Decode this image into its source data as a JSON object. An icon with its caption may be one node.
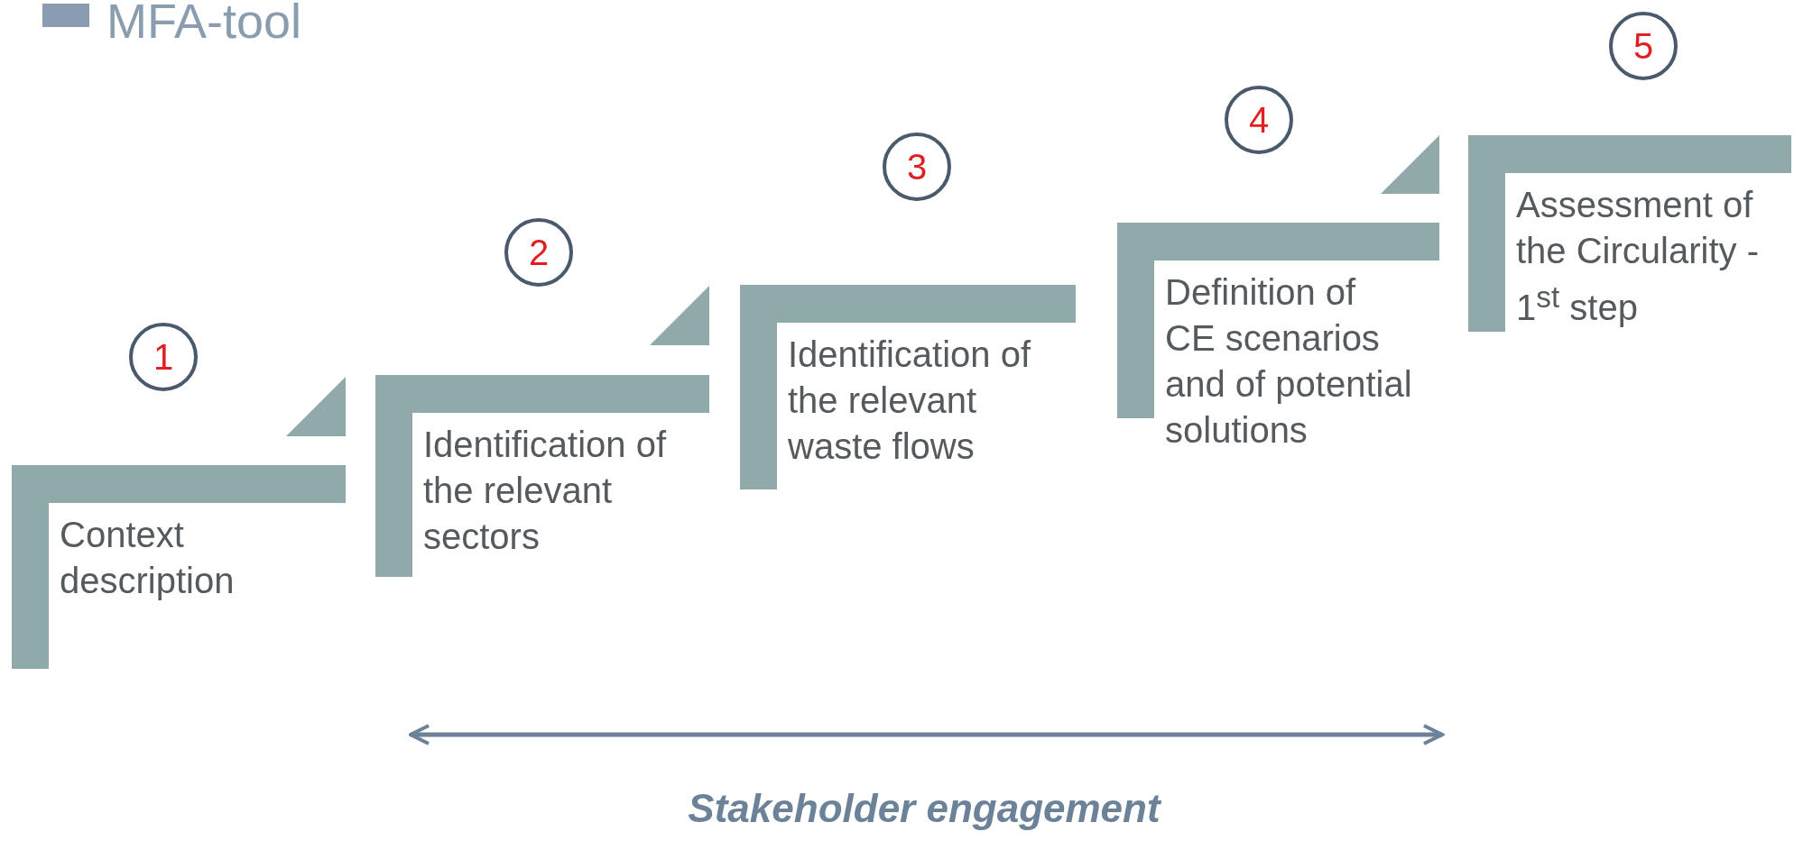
{
  "diagram": {
    "title": "MFA-tool",
    "nodes": [
      {
        "text": [
          "1"
        ]
      },
      {
        "text": [
          "Context description"
        ]
      },
      {
        "text": [
          "2"
        ]
      },
      {
        "text": [
          "Identification of the relevant sectors"
        ]
      },
      {
        "text": [
          "3"
        ]
      },
      {
        "text": [
          "Identification of the relevant waste flows"
        ]
      },
      {
        "text": [
          "4"
        ]
      },
      {
        "text": [
          "Definition of CE scenarios and of potential solutions"
        ]
      },
      {
        "text": [
          "5"
        ]
      },
      {
        "text": [
          "Assessment of the Circularity - 1$^{st}$ step"
        ]
      }
    ],
    "edges": [],
    "labels": [
      "Stakeholder engagement"
    ]
  }
}
